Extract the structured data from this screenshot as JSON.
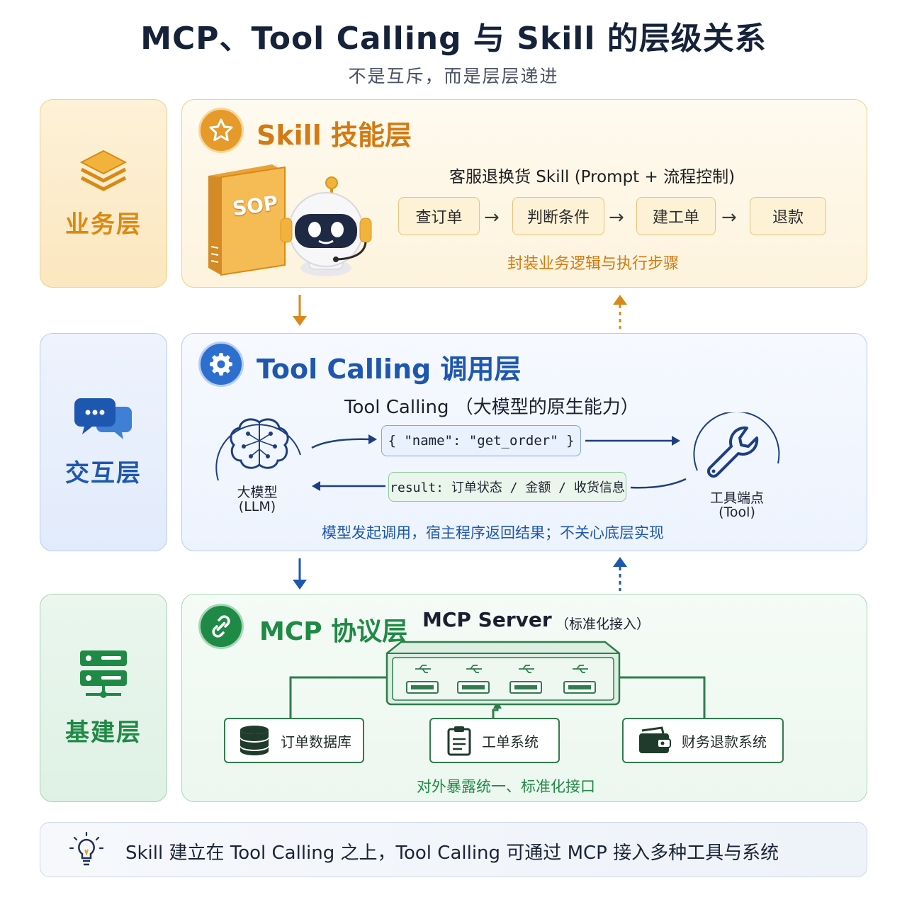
{
  "title": "MCP、Tool Calling 与 Skill 的层级关系",
  "subtitle": "不是互斥，而是层层递进",
  "sides": {
    "business": "业务层",
    "interaction": "交互层",
    "infrastructure": "基建层"
  },
  "skill": {
    "title": "Skill 技能层",
    "book_label": "SOP",
    "heading": "客服退换货 Skill (Prompt + 流程控制)",
    "steps": [
      "查订单",
      "判断条件",
      "建工单",
      "退款"
    ],
    "arrow": "→",
    "caption": "封装业务逻辑与执行步骤"
  },
  "tool": {
    "title": "Tool Calling 调用层",
    "heading": "Tool Calling （大模型的原生能力）",
    "llm_label_1": "大模型",
    "llm_label_2": "(LLM)",
    "tool_label_1": "工具端点",
    "tool_label_2": "(Tool)",
    "request": "{ \"name\": \"get_order\" }",
    "result": "result: 订单状态 / 金额 / 收货信息",
    "caption": "模型发起调用，宿主程序返回结果；不关心底层实现"
  },
  "mcp": {
    "title": "MCP 协议层",
    "server": "MCP Server",
    "server_note": "（标准化接入）",
    "resources": [
      "订单数据库",
      "工单系统",
      "财务退款系统"
    ],
    "caption": "对外暴露统一、标准化接口"
  },
  "footer": "Skill 建立在 Tool Calling 之上，Tool Calling 可通过 MCP 接入多种工具与系统",
  "colors": {
    "skill": "#e0881a",
    "tool": "#1d57b0",
    "mcp": "#1f8a45"
  }
}
